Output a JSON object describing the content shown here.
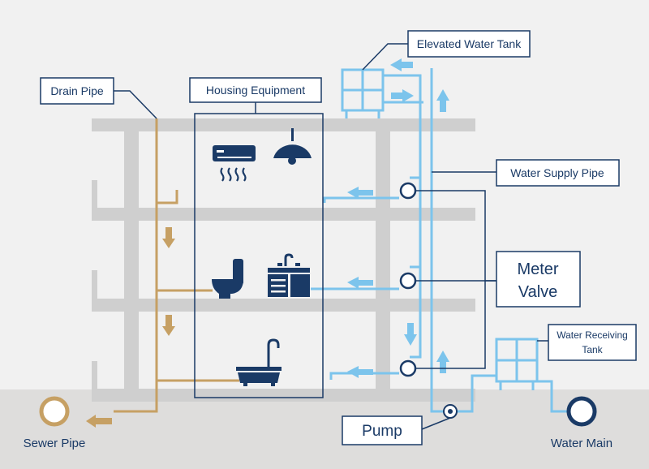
{
  "labels": {
    "drain_pipe": "Drain Pipe",
    "housing_equipment": "Housing Equipment",
    "elevated_water_tank": "Elevated Water Tank",
    "water_supply_pipe": "Water Supply Pipe",
    "meter": "Meter",
    "valve": "Valve",
    "water_receiving_line1": "Water Receiving",
    "water_receiving_line2": "Tank",
    "pump": "Pump",
    "sewer_pipe": "Sewer Pipe",
    "water_main": "Water Main"
  },
  "icons": {
    "air_conditioner": "air-conditioner-icon",
    "ceiling_lamp": "ceiling-lamp-icon",
    "toilet": "toilet-icon",
    "kitchen_sink": "kitchen-sink-icon",
    "bathtub": "bathtub-icon"
  },
  "colors": {
    "background": "#f1f1f1",
    "ground": "#dedddc",
    "structure": "#cfcfcf",
    "drain": "#c6a064",
    "water": "#7cc4ec",
    "navy": "#1a3a66"
  }
}
